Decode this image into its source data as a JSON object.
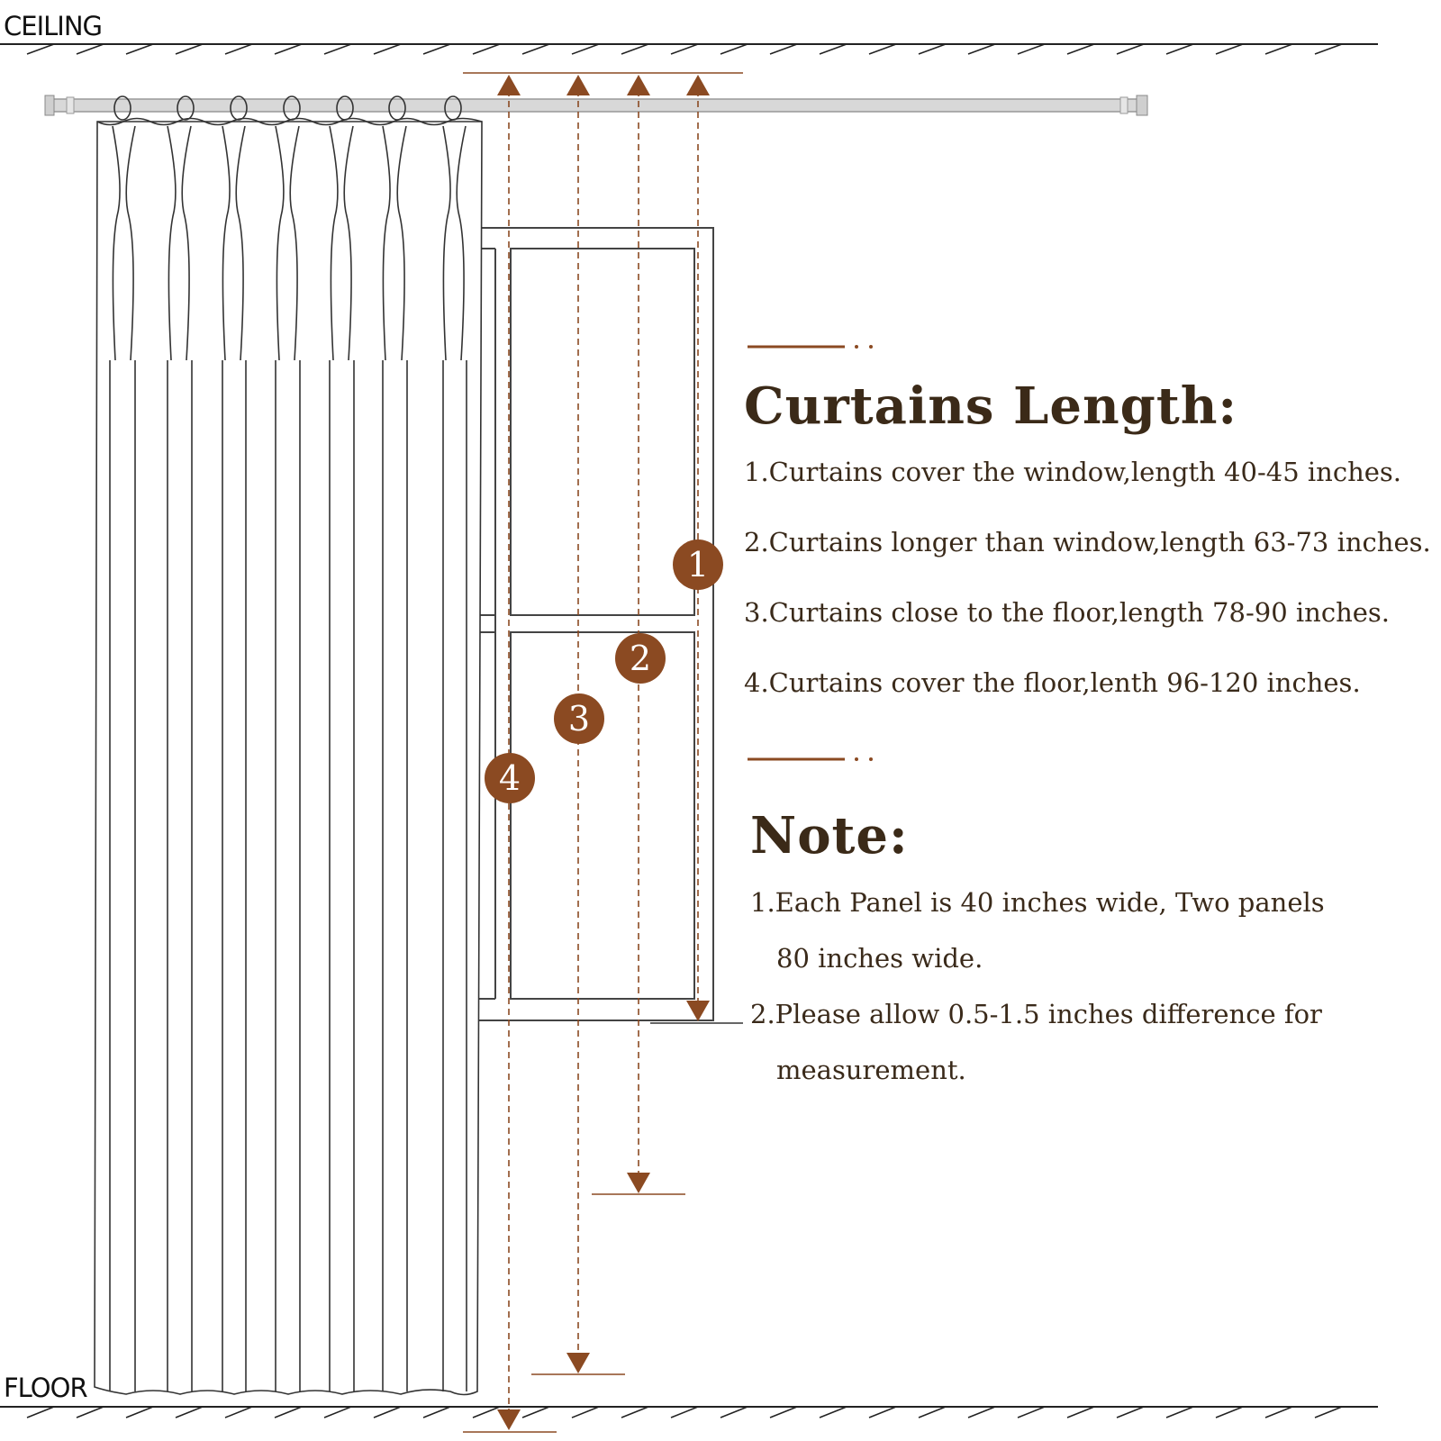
{
  "labels": {
    "ceiling": "CEILING",
    "floor": "FLOOR"
  },
  "colors": {
    "accent": "#8b4a22",
    "heading": "#3b2a18",
    "line": "#222222"
  },
  "length_section": {
    "title": "Curtains Length:",
    "items": [
      "1.Curtains cover the window,length 40-45 inches.",
      "2.Curtains longer than window,length 63-73 inches.",
      "3.Curtains close to the floor,length 78-90 inches.",
      "4.Curtains cover the floor,lenth 96-120 inches."
    ]
  },
  "note_section": {
    "title": "Note:",
    "items": [
      "1.Each Panel is 40 inches wide, Two panels",
      "80 inches wide.",
      "2.Please allow 0.5-1.5 inches difference for",
      "measurement."
    ]
  },
  "markers": [
    "1",
    "2",
    "3",
    "4"
  ]
}
